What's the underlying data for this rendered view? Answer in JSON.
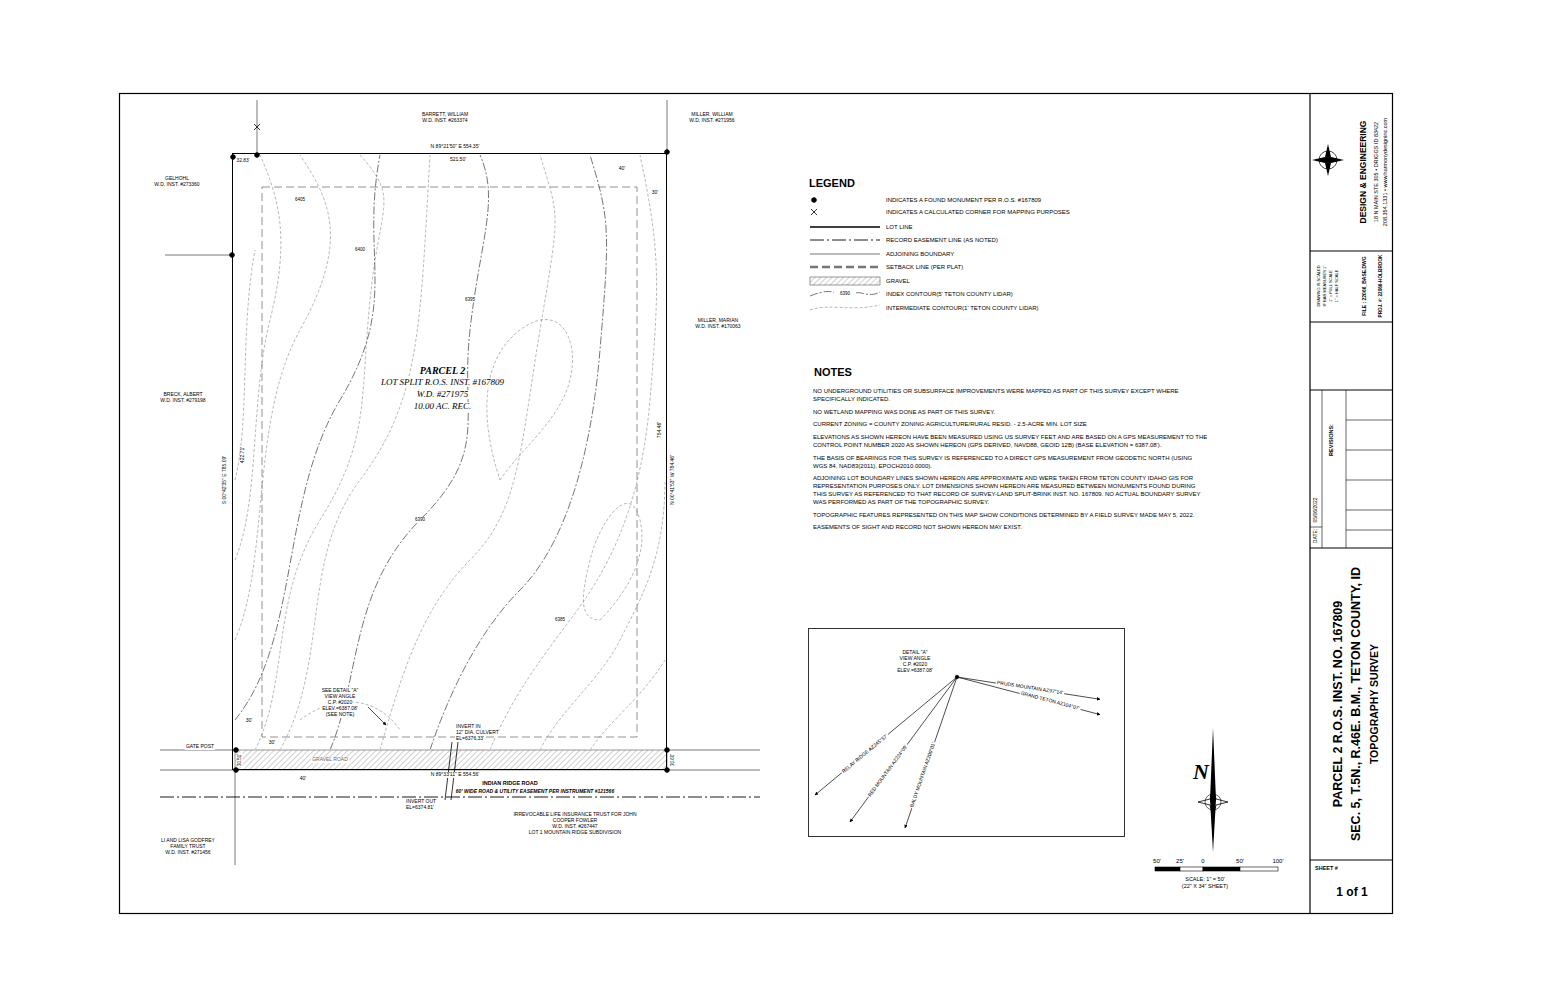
{
  "diagram": {
    "nodes": [
      {
        "text": [
          "PARCEL 2",
          "LOT SPLIT R.O.S. INST. #167809",
          "W.D. #271975",
          "10.00 AC. REC."
        ]
      },
      {
        "text": [
          "DETAIL \"A\"",
          "VIEW ANGLE",
          "C.P. #2020",
          "ELEV.=6387.08'",
          "PRUDS MOUNTAIN AZ97°14'",
          "GRAND TETON AZ104°07'",
          "RELAY RIDGE AZ245°57'",
          "RED MOUNTAIN AZ224°09'",
          "BALDY MOUNTAIN AZ200°01'"
        ]
      },
      {
        "text": [
          "DESIGN & ENGINEERING",
          "18 N MAIN STE 305 • DRIGGS ID 83422",
          "208.354.1331 • www.harmonydesigninc.com"
        ]
      },
      {
        "text": [
          "DRAWING IS SCALED",
          "IF BAR MEASURES 1\"",
          "1\" = FULL SCALE",
          "1\" = HALF SCALE",
          "FILE : 22066_BASE.DWG",
          "PROJ. #: 22066-HOLBROOK"
        ]
      },
      {
        "text": [
          "DATE:",
          "05/06/2022",
          "REVISIONS:"
        ]
      },
      {
        "text": [
          "PARCEL 2 R.O.S. INST. NO. 167809",
          "SEC. 5, T.5N., R.46E. B.M., TETON COUNTY, ID",
          "TOPOGRAPHY SURVEY"
        ]
      },
      {
        "text": [
          "SHEET #",
          "1 of 1"
        ]
      }
    ],
    "labels": [
      "BARRETT, WILLIAM",
      "W.D. INST. #263374",
      "MILLER, WILLIAM",
      "W.D. INST. #271956",
      "GELHOHL",
      "W.D. INST. #273360",
      "MILLER, MARIAN",
      "W.D. INST. #170063",
      "BRECK, ALBERT",
      "W.D. INST. #279198",
      "LI AND LISA GODFREY",
      "FAMILY TRUST",
      "W.D. INST. #271456",
      "IRREVOCABLE LIFE INSURANCE TRUST FOR JOHN",
      "COOPER FOWLER",
      "W.D. INST. #267447",
      "LOT 1 MOUNTAIN RIDGE SUBDIVISION",
      "N 89°21'50\" E 554.35'",
      "521.50'",
      "32.83'",
      "S 00°42'35\" E 785.09'",
      "422.71'",
      "N 00°41'53\" W 784.46'",
      "754.46'",
      "N 89°33'11\" E 554.56'",
      "INDIAN RIDGE ROAD",
      "60' WIDE ROAD & UTILITY EASEMENT PER INSTRUMENT #121566",
      "GRAVEL ROAD",
      "INVERT IN",
      "12\" DIA. CULVERT",
      "EL=6376.33'",
      "INVERT OUT",
      "EL=6374.81'",
      "GATE POST",
      "SEE DETAIL \"A\"",
      "VIEW ANGLE",
      "C.P. #2020",
      "ELEV.=6387.08'",
      "(SEE NOTE)",
      "30'",
      "30'",
      "40'",
      "30.51'",
      "30.60'",
      "40'",
      "30'",
      "LEGEND",
      "NOTES",
      "NO UNDERGROUND UTILITIES OR SUBSURFACE IMPROVEMENTS WERE MAPPED AS PART OF THIS SURVEY EXCEPT WHERE SPECIFICALLY INDICATED.",
      "NO WETLAND MAPPING WAS DONE AS PART OF THIS SURVEY.",
      "CURRENT ZONING = COUNTY ZONING:AGRICULTURE/RURAL RESID. - 2.5-ACRE MIN. LOT SIZE",
      "ELEVATIONS AS SHOWN HEREON HAVE BEEN MEASURED USING US SURVEY FEET AND ARE BASED ON A GPS MEASUREMENT TO THE CONTROL POINT NUMBER 2020 AS SHOWN HEREON (GPS DERIVED, NAVD88, GEOID 12B) (BASE ELEVATION = 6387.08').",
      "THE BASIS OF BEARINGS FOR THIS SURVEY IS REFERENCED TO A DIRECT GPS MEASUREMENT FROM GEODETIC NORTH (USING WGS 84, NAD83(2011), EPOCH2010.0000).",
      "ADJOINING LOT BOUNDARY LINES SHOWN HEREON ARE APPROXIMATE AND WERE TAKEN FROM TETON COUNTY IDAHO GIS FOR REPRESENTATION PURPOSES ONLY. LOT DIMENSIONS SHOWN HEREON ARE MEASURED BETWEEN MONUMENTS FOUND DURING THIS SURVEY AS REFERENCED TO THAT RECORD OF SURVEY-LAND SPLIT-BRINK INST. NO. 167809. NO ACTUAL BOUNDARY SURVEY WAS PERFORMED AS PART OF THE TOPOGRAPHIC SURVEY.",
      "TOPOGRAPHIC FEATURES REPRESENTED ON THIS MAP SHOW CONDITIONS DETERMINED BY A FIELD SURVEY MADE MAY 5, 2022.",
      "EASEMENTS OF SIGHT AND RECORD NOT SHOWN HEREON MAY EXIST.",
      "50'",
      "25'",
      "0",
      "50'",
      "100'",
      "SCALE: 1\" = 50'",
      "(22\" X 34\" SHEET)",
      "6405",
      "6400",
      "6395",
      "6390",
      "6385",
      "N",
      "6390"
    ],
    "legend": [
      {
        "text": "INDICATES A FOUND MONUMENT PER R.O.S. #167809"
      },
      {
        "text": "INDICATES A CALCULATED CORNER FOR MAPPING PURPOSES"
      },
      {
        "text": "LOT LINE"
      },
      {
        "text": "RECORD EASEMENT LINE (AS NOTED)"
      },
      {
        "text": "ADJOINING BOUNDARY"
      },
      {
        "text": "SETBACK LINE (PER PLAT)"
      },
      {
        "text": "GRAVEL"
      },
      {
        "text": "INDEX CONTOUR(5' TETON COUNTY LIDAR)"
      },
      {
        "text": "INTERMEDIATE CONTOUR(1' TETON COUNTY LIDAR)"
      }
    ]
  }
}
